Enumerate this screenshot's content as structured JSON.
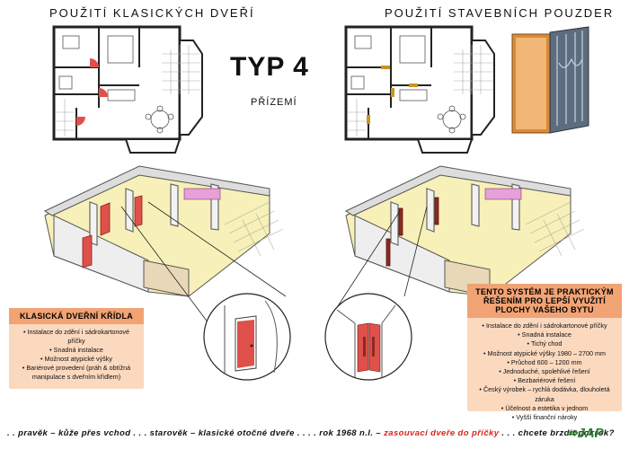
{
  "headings": {
    "left": "POUŽITÍ KLASICKÝCH DVEŘÍ",
    "right": "POUŽITÍ STAVEBNÍCH POUZDER",
    "center_title": "TYP 4",
    "center_sub": "PŘÍZEMÍ"
  },
  "left_box": {
    "title": "KLASICKÁ DVEŘNÍ KŘÍDLA",
    "items": [
      "Instalace do zdění i sádrokartonové příčky",
      "Snadná instalace",
      "Možnost atypické výšky",
      "Bariérové provedení (práh & obtížná manipulace s dveřním křídlem)"
    ]
  },
  "right_box": {
    "title": "TENTO SYSTÉM JE PRAKTICKÝM ŘEŠENÍM PRO LEPŠÍ VYUŽITÍ PLOCHY VAŠEHO BYTU",
    "items": [
      "Instalace do zdění i sádrokartonové příčky",
      "Snadná instalace",
      "Tichý chod",
      "Možnost atypické výšky 1980 – 2700 mm",
      "Průchod 600 – 1200 mm",
      "Jednoduché, spolehlivé řešení",
      "Bezbariérové řešení",
      "Český výrobek – rychlá dodávka, dlouholetá záruka",
      "Účelnost a estetika v jednom",
      "Vyšší finanční nároky"
    ]
  },
  "footer": {
    "part1": ". . pravěk – kůže přes vchod . . . starověk – klasické otočné dveře . . . . rok 1968 n.l. – ",
    "part2": "zasouvací dveře do příčky",
    "part3": " . . . chcete brzdit pokrok?",
    "logo": "JAP"
  },
  "colors": {
    "box_fill": "#fbd9bf",
    "box_header": "#f2a374",
    "door_red": "#e0504a",
    "floor_yellow": "#f7f0b8",
    "accent_red": "#d8261c",
    "logo_green": "#2e7d32"
  }
}
